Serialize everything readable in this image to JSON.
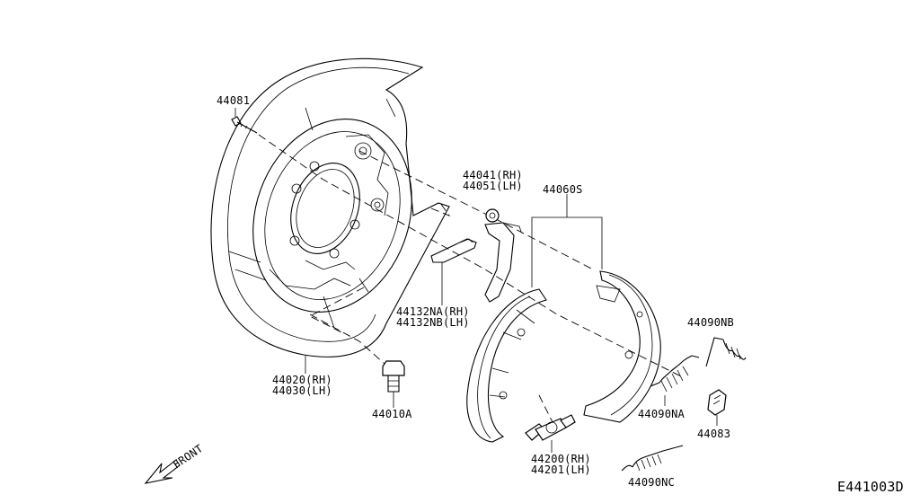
{
  "labels": {
    "p44081": "44081",
    "p44041": "44041(RH)",
    "p44051": "44051(LH)",
    "p44060s": "44060S",
    "p44132na": "44132NA(RH)",
    "p44132nb": "44132NB(LH)",
    "p44020": "44020(RH)",
    "p44030": "44030(LH)",
    "p44010a": "44010A",
    "p44200": "44200(RH)",
    "p44201": "44201(LH)",
    "p44090nb": "44090NB",
    "p44090na": "44090NA",
    "p44083": "44083",
    "p44090nc": "44090NC",
    "front": "FRONT",
    "diagram_code": "E441003D"
  }
}
